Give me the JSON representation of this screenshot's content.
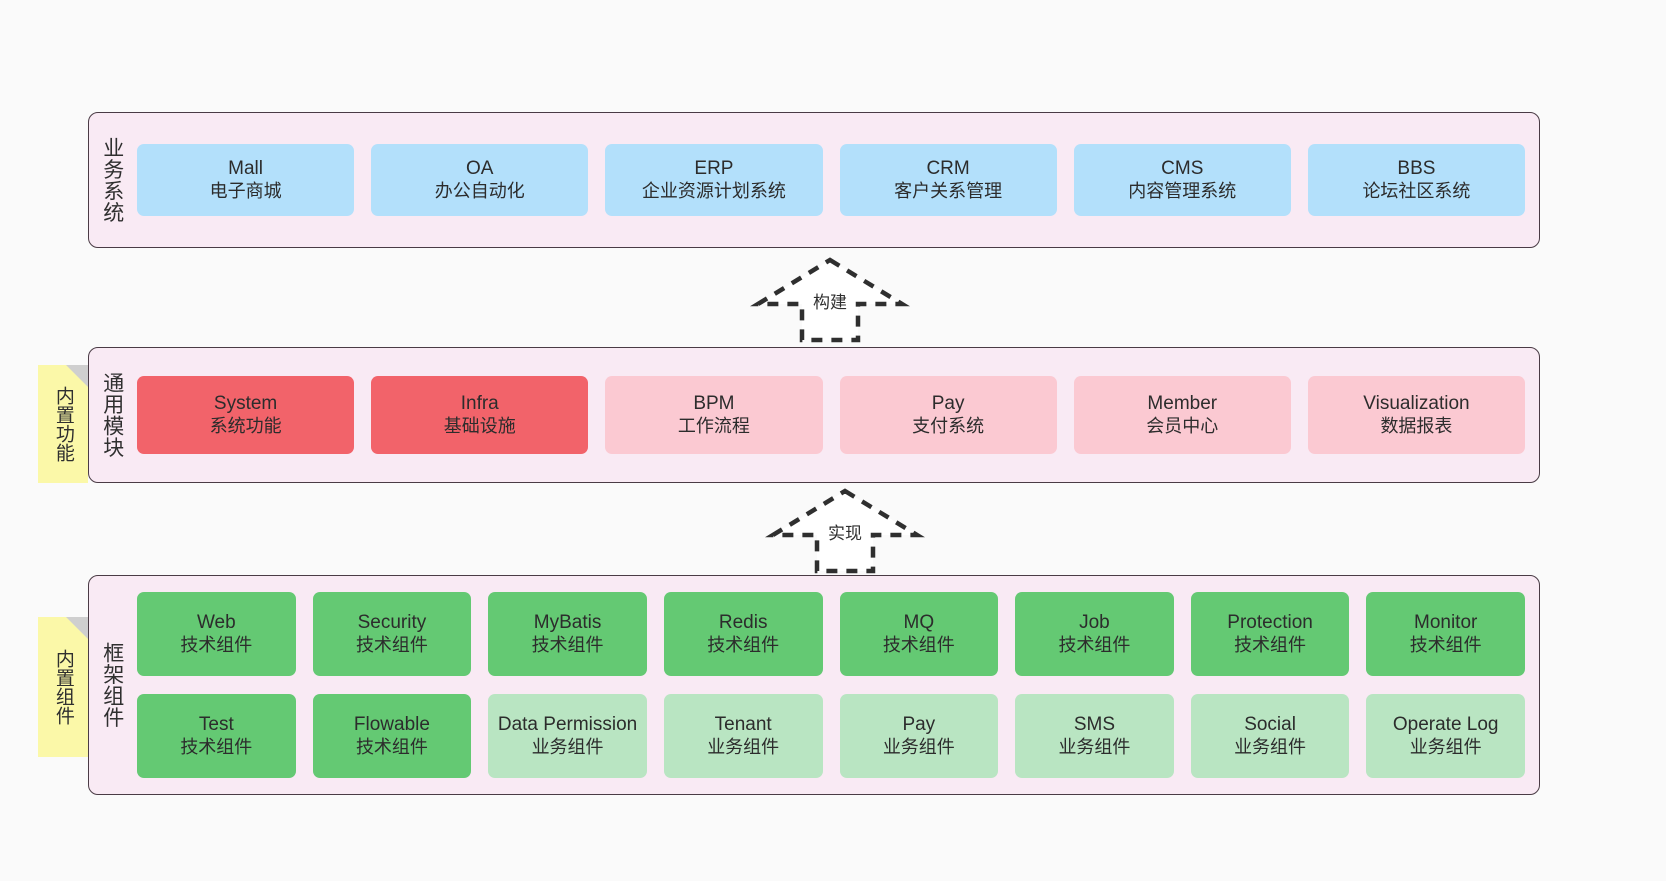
{
  "diagram": {
    "title_hidden": "",
    "colors": {
      "layer_background": "#f9eaf4",
      "layer_border": "#4a3b45",
      "business_node": "#b3e0fb",
      "module_core": "#f2636a",
      "module_plain": "#fbc9d2",
      "component_tech": "#64c973",
      "component_biz": "#b9e5c2",
      "note": "#fbf8a8",
      "canvas": "#fafafa"
    }
  },
  "layers": [
    {
      "id": "business",
      "title": "业务系统",
      "rows": [
        {
          "nodes": [
            {
              "en": "Mall",
              "cn": "电子商城",
              "style": "blue"
            },
            {
              "en": "OA",
              "cn": "办公自动化",
              "style": "blue"
            },
            {
              "en": "ERP",
              "cn": "企业资源计划系统",
              "style": "blue"
            },
            {
              "en": "CRM",
              "cn": "客户关系管理",
              "style": "blue"
            },
            {
              "en": "CMS",
              "cn": "内容管理系统",
              "style": "blue"
            },
            {
              "en": "BBS",
              "cn": "论坛社区系统",
              "style": "blue"
            }
          ]
        }
      ]
    },
    {
      "id": "common",
      "title": "通用模块",
      "note": "内置功能",
      "rows": [
        {
          "nodes": [
            {
              "en": "System",
              "cn": "系统功能",
              "style": "red"
            },
            {
              "en": "Infra",
              "cn": "基础设施",
              "style": "red"
            },
            {
              "en": "BPM",
              "cn": "工作流程",
              "style": "pink"
            },
            {
              "en": "Pay",
              "cn": "支付系统",
              "style": "pink"
            },
            {
              "en": "Member",
              "cn": "会员中心",
              "style": "pink"
            },
            {
              "en": "Visualization",
              "cn": "数据报表",
              "style": "pink"
            }
          ]
        }
      ]
    },
    {
      "id": "framework",
      "title": "框架组件",
      "note": "内置组件",
      "rows": [
        {
          "nodes": [
            {
              "en": "Web",
              "cn": "技术组件",
              "style": "green"
            },
            {
              "en": "Security",
              "cn": "技术组件",
              "style": "green"
            },
            {
              "en": "MyBatis",
              "cn": "技术组件",
              "style": "green"
            },
            {
              "en": "Redis",
              "cn": "技术组件",
              "style": "green"
            },
            {
              "en": "MQ",
              "cn": "技术组件",
              "style": "green"
            },
            {
              "en": "Job",
              "cn": "技术组件",
              "style": "green"
            },
            {
              "en": "Protection",
              "cn": "技术组件",
              "style": "green"
            },
            {
              "en": "Monitor",
              "cn": "技术组件",
              "style": "green"
            }
          ]
        },
        {
          "nodes": [
            {
              "en": "Test",
              "cn": "技术组件",
              "style": "green"
            },
            {
              "en": "Flowable",
              "cn": "技术组件",
              "style": "green"
            },
            {
              "en": "Data Permission",
              "cn": "业务组件",
              "style": "lightgreen"
            },
            {
              "en": "Tenant",
              "cn": "业务组件",
              "style": "lightgreen"
            },
            {
              "en": "Pay",
              "cn": "业务组件",
              "style": "lightgreen"
            },
            {
              "en": "SMS",
              "cn": "业务组件",
              "style": "lightgreen"
            },
            {
              "en": "Social",
              "cn": "业务组件",
              "style": "lightgreen"
            },
            {
              "en": "Operate Log",
              "cn": "业务组件",
              "style": "lightgreen"
            }
          ]
        }
      ]
    }
  ],
  "arrows": [
    {
      "id": "build",
      "label": "构建",
      "from": "common",
      "to": "business"
    },
    {
      "id": "realize",
      "label": "实现",
      "from": "framework",
      "to": "common"
    }
  ]
}
